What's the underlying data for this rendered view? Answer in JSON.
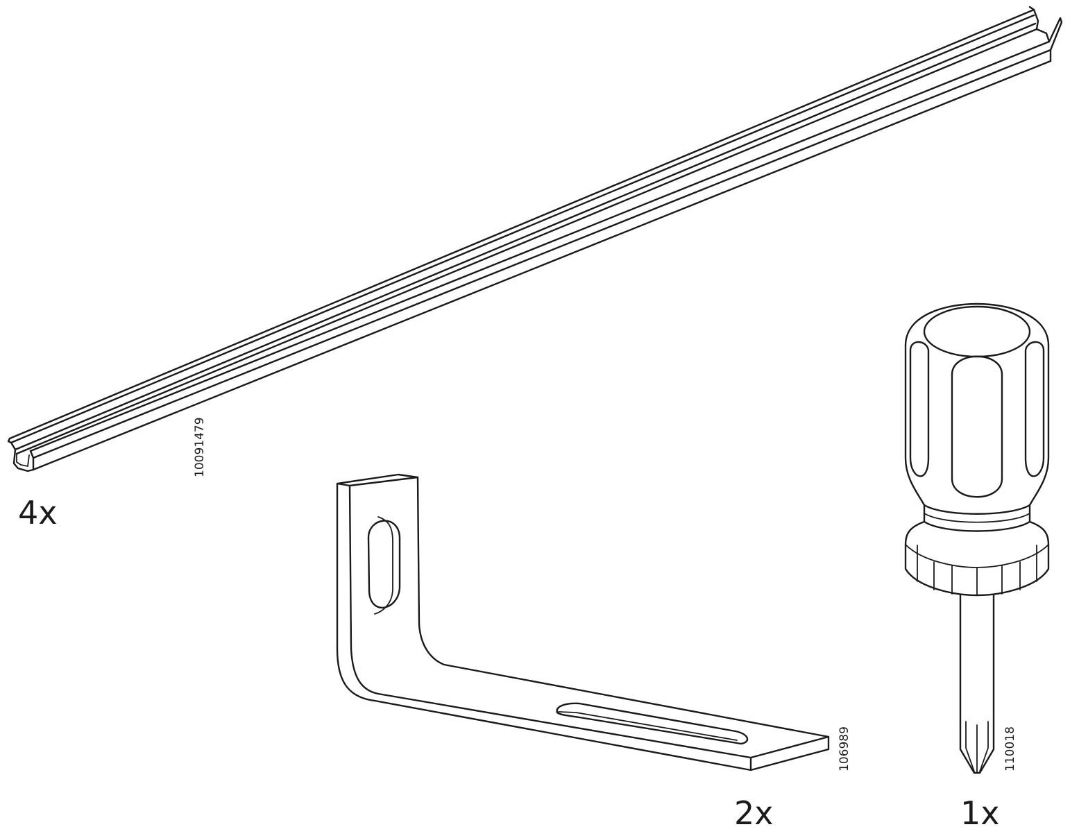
{
  "parts": {
    "rail": {
      "quantity": "4x",
      "part_number": "10091479",
      "icon": "rail-icon"
    },
    "bracket": {
      "quantity": "2x",
      "part_number": "106989",
      "icon": "angle-bracket-icon"
    },
    "screwdriver": {
      "quantity": "1x",
      "part_number": "110018",
      "icon": "screwdriver-icon"
    }
  },
  "colors": {
    "ink": "#1a1a1a",
    "background": "#ffffff"
  }
}
